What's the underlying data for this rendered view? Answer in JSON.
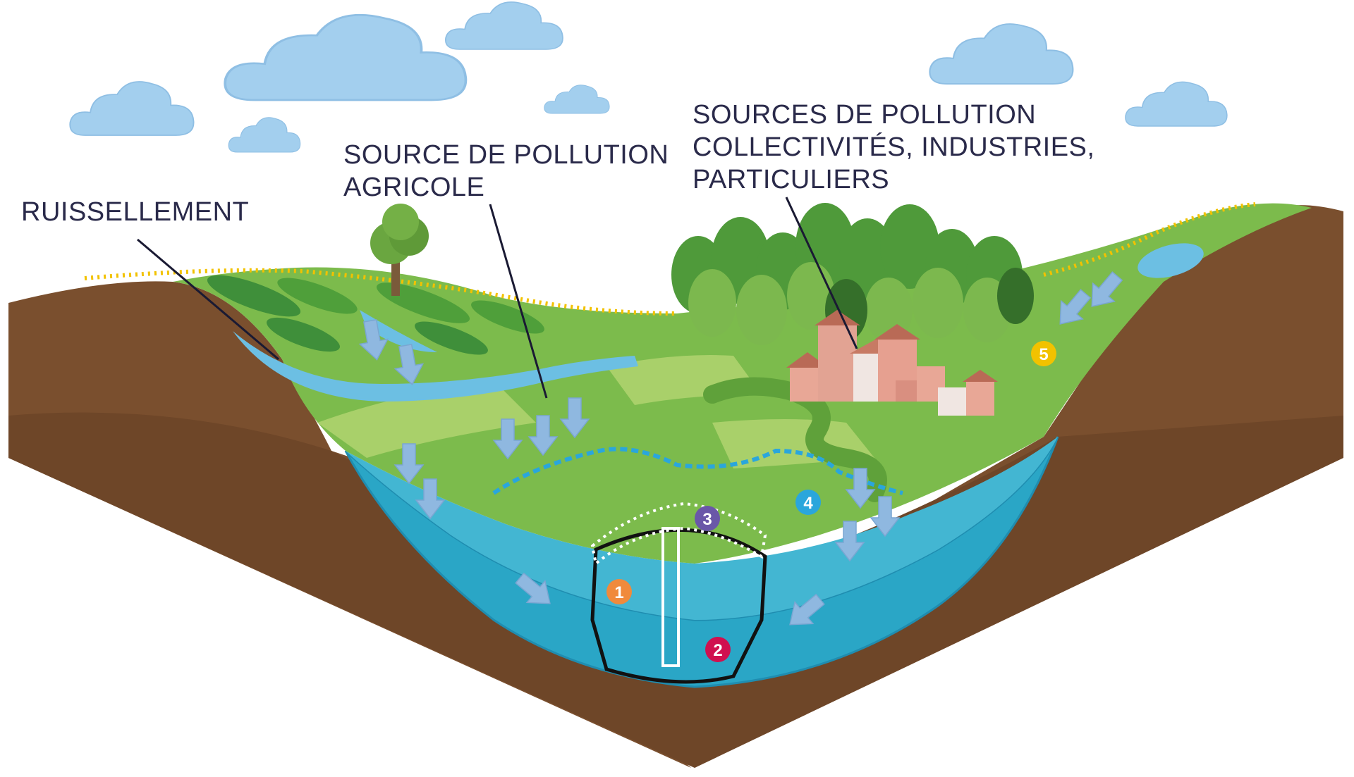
{
  "labels": {
    "runoff": "RUISSELLEMENT",
    "agricultural": [
      "SOURCE DE POLLUTION",
      "AGRICOLE"
    ],
    "urban": [
      "SOURCES DE POLLUTION",
      "COLLECTIVITÉS, INDUSTRIES,",
      "PARTICULIERS"
    ]
  },
  "markers": [
    {
      "number": "1",
      "color": "#f08a3c"
    },
    {
      "number": "2",
      "color": "#d0104f"
    },
    {
      "number": "3",
      "color": "#6a57a8"
    },
    {
      "number": "4",
      "color": "#2aa6dc"
    },
    {
      "number": "5",
      "color": "#f2c200"
    }
  ],
  "colors": {
    "soil": "#7a4f2e",
    "soil_dark": "#5c3a20",
    "grass": "#7cbb4c",
    "grass_light": "#a9d06a",
    "water": "#6cbfe3",
    "aquifer": "#2aa6c6",
    "cloud": "#a3cfee",
    "arrow": "#8fb8e0",
    "label_text": "#2a2a4a"
  },
  "icons": [
    "cloud-icon",
    "tree-icon",
    "house-icon",
    "well-icon",
    "arrow-icon"
  ]
}
